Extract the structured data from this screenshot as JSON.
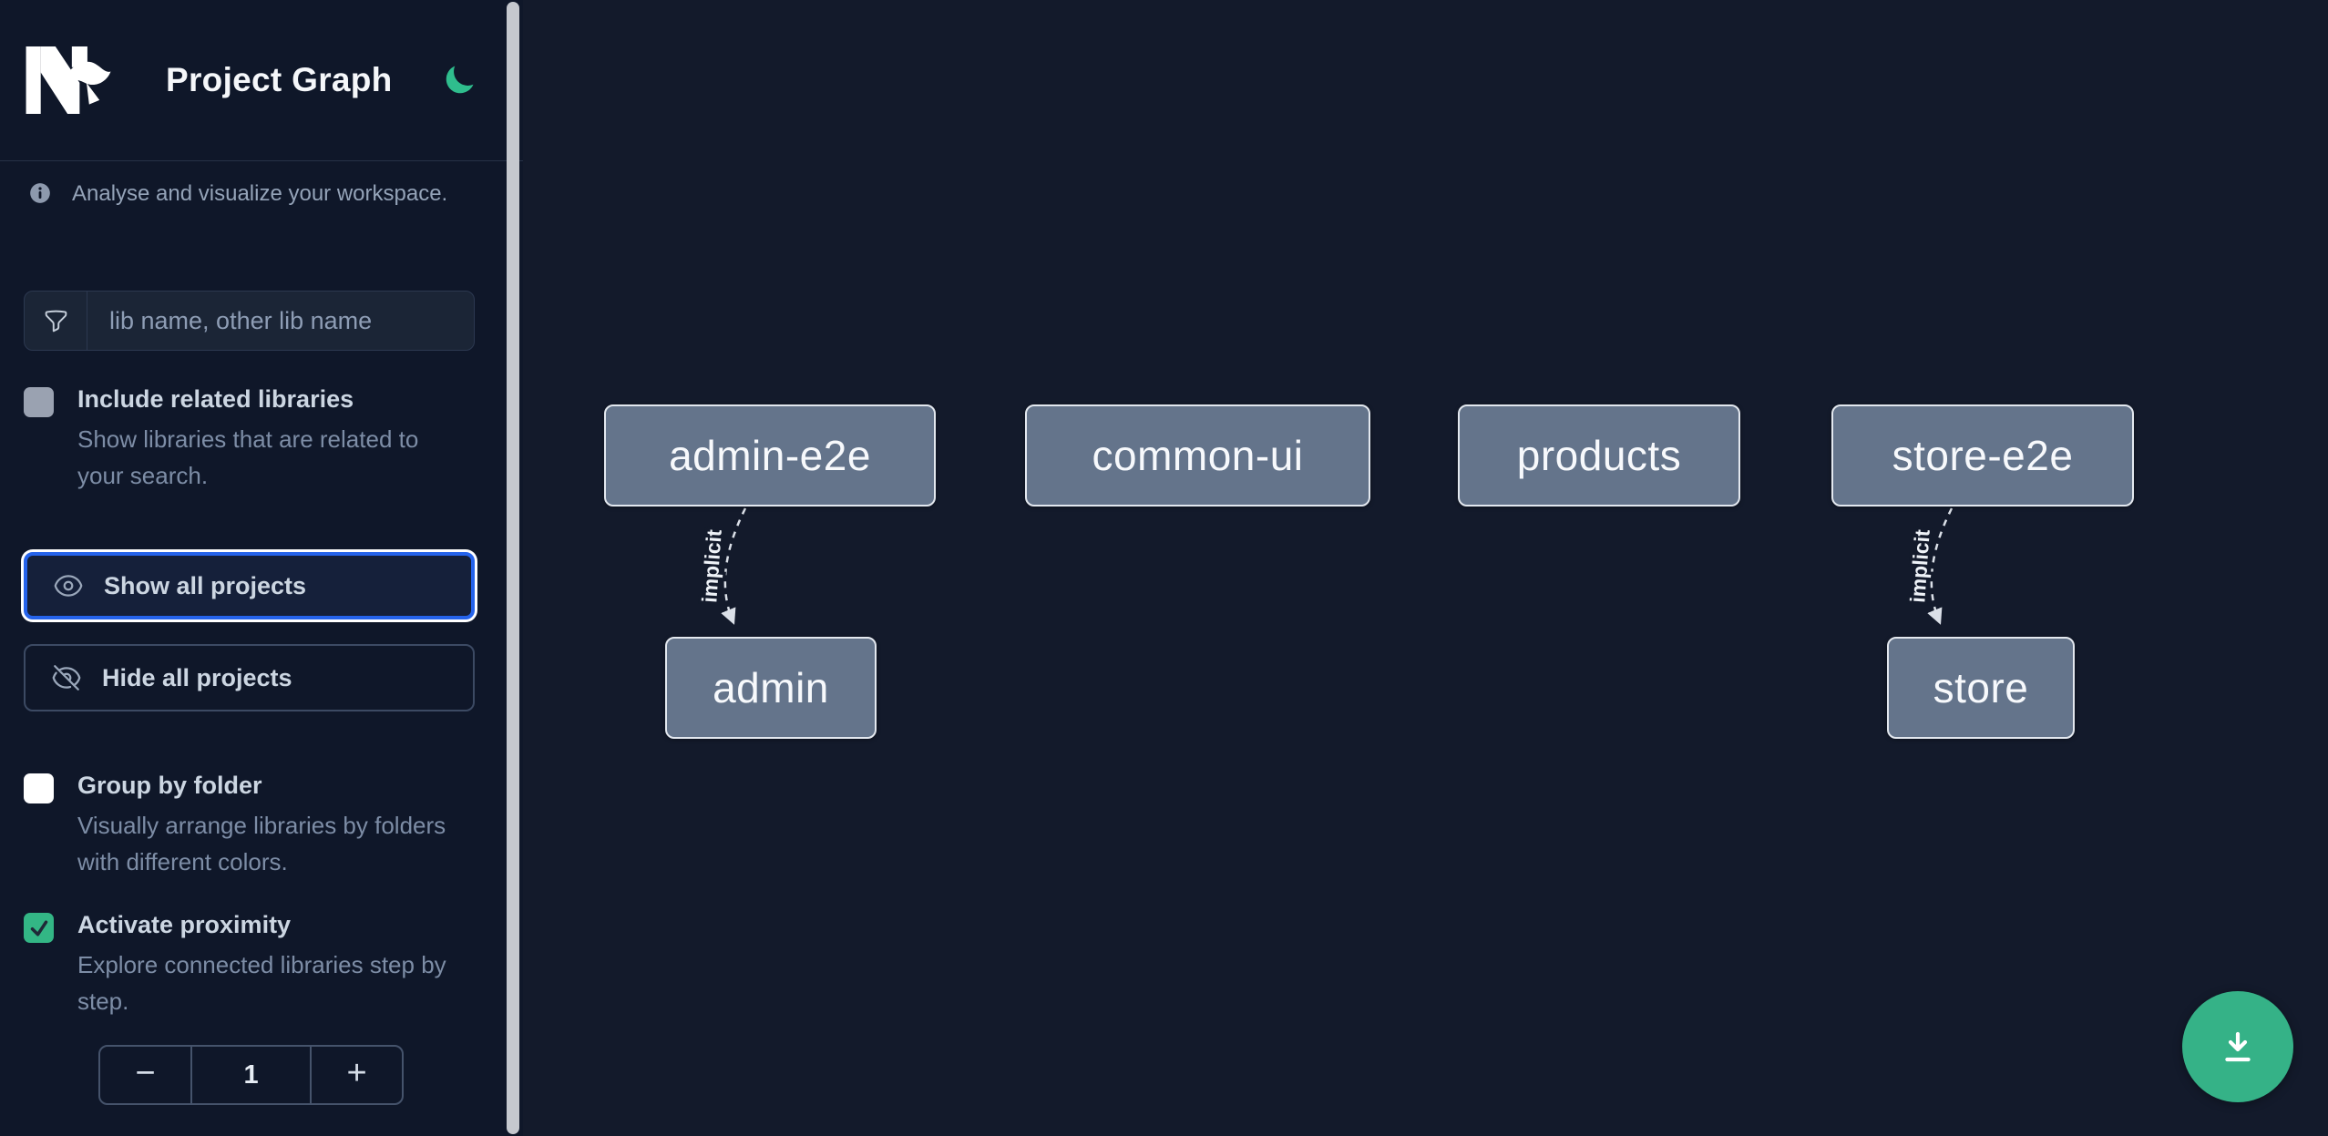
{
  "app": {
    "title": "Project Graph"
  },
  "sidebar": {
    "tagline": "Analyse and visualize your workspace.",
    "search": {
      "placeholder": "lib name, other lib name",
      "value": ""
    },
    "include_related": {
      "label": "Include related libraries",
      "description": "Show libraries that are related to your search.",
      "checked": false
    },
    "show_all": {
      "label": "Show all projects",
      "focused": true
    },
    "hide_all": {
      "label": "Hide all projects"
    },
    "group_by_folder": {
      "label": "Group by folder",
      "description": "Visually arrange libraries by folders with different colors.",
      "checked": false
    },
    "proximity": {
      "label": "Activate proximity",
      "description": "Explore connected libraries step by step.",
      "checked": true
    },
    "stepper": {
      "decrement": "−",
      "value": "1",
      "increment": "+"
    }
  },
  "graph": {
    "nodes": [
      {
        "label": "admin-e2e"
      },
      {
        "label": "common-ui"
      },
      {
        "label": "products"
      },
      {
        "label": "store-e2e"
      },
      {
        "label": "admin"
      },
      {
        "label": "store"
      }
    ],
    "edges": [
      {
        "from": "admin-e2e",
        "to": "admin",
        "label": "implicit"
      },
      {
        "from": "store-e2e",
        "to": "store",
        "label": "implicit"
      }
    ]
  },
  "fab": {
    "icon": "download-icon"
  },
  "colors": {
    "sidebar_bg": "#0f1729",
    "canvas_bg": "#131a2b",
    "accent_green": "#33b685",
    "focus_blue": "#2563eb",
    "node_fill": "#64748b",
    "node_border": "#e3e8ef",
    "edge_color": "#dbe0e8"
  }
}
